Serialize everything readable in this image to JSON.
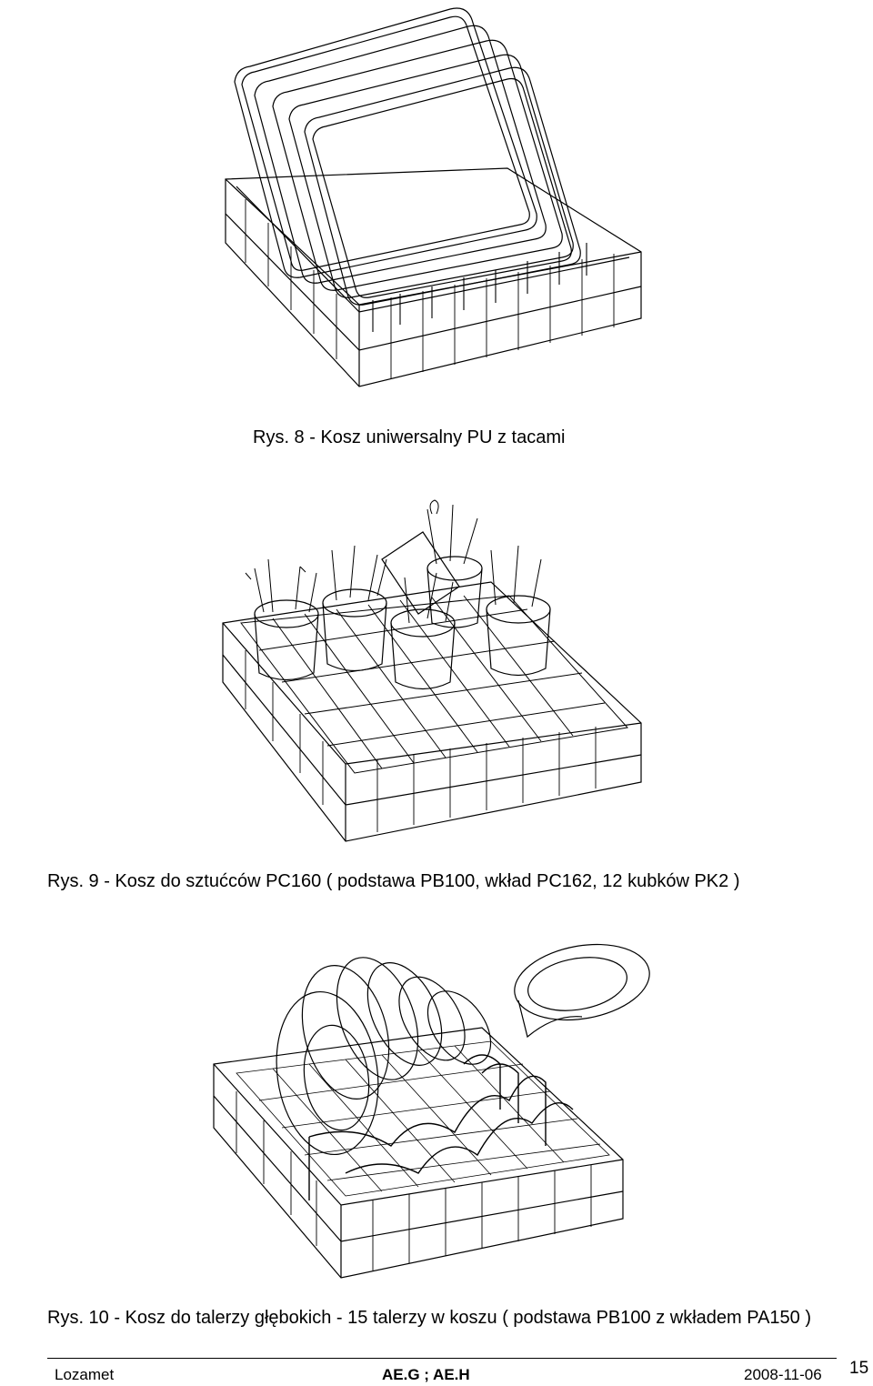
{
  "figures": [
    {
      "caption": "Rys. 8 - Kosz uniwersalny PU z tacami",
      "icon": "rack-with-trays"
    },
    {
      "caption": "Rys. 9 - Kosz do sztućców PC160 ( podstawa PB100, wkład PC162, 12 kubków PK2 )",
      "icon": "cutlery-rack"
    },
    {
      "caption": "Rys. 10 - Kosz do talerzy głębokich - 15 talerzy w koszu ( podstawa PB100 z wkładem PA150 )",
      "icon": "plate-rack"
    }
  ],
  "footer": {
    "company": "Lozamet",
    "code": "AE.G ; AE.H",
    "date": "2008-11-06",
    "page": "15"
  }
}
